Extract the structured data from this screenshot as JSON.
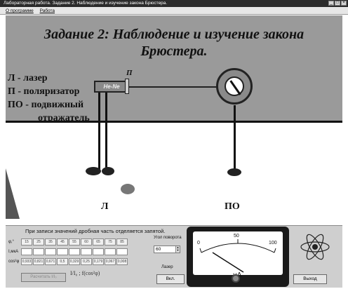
{
  "window": {
    "title": "Лабораторная работа. Задание 2. Наблюдение и изучение закона Брюстера.",
    "buttons": [
      "_",
      "□",
      "×"
    ]
  },
  "menu": {
    "items": [
      "О программе",
      "Работа"
    ]
  },
  "scene": {
    "heading_line1": "Задание 2: Наблюдение и изучение закона",
    "heading_line2": "Брюстера.",
    "legend": [
      "Л - лазер",
      "П - поляризатор",
      "ПО - подвижный",
      "отражатель"
    ],
    "polarizer_mark": "П",
    "laser_device_label": "He-Ne",
    "stand_labels": [
      "Л",
      "ПО"
    ]
  },
  "panel": {
    "note": "При записи значений дробная часть отделяется запятой.",
    "rows": [
      {
        "label": "φ,°",
        "cells": [
          "15",
          "25",
          "35",
          "45",
          "55",
          "60",
          "65",
          "75",
          "85"
        ]
      },
      {
        "label": "I,мкА",
        "cells": [
          "",
          "",
          "",
          "",
          "",
          "",
          "",
          "",
          ""
        ]
      },
      {
        "label": "cos²φ",
        "cells": [
          "0,933",
          "0,821",
          "0,671",
          "0,5",
          "0,329",
          "0,25",
          "0,179",
          "0,067",
          "0,008"
        ]
      }
    ],
    "calc_button": "Расчитать I/I₀",
    "formula": "I/I₀ ; f(cos²φ)",
    "angle_label": "Угол поворота",
    "angle_value": "60",
    "laser_label": "Лазер",
    "on_button": "Вкл.",
    "exit_button": "Выход",
    "meter": {
      "scale": [
        "0",
        "50",
        "100"
      ],
      "unit": "μA"
    }
  },
  "colors": {
    "accent": "#9a9a9a",
    "panel": "#cfcfcf",
    "meter_body": "#1a1a1a"
  }
}
